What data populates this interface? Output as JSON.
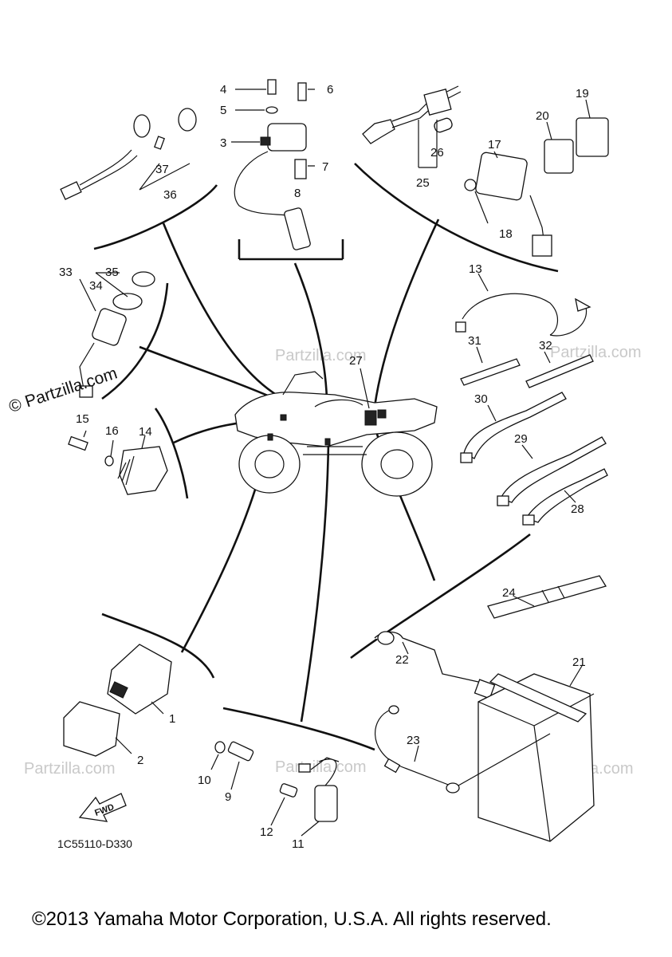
{
  "diagram": {
    "watermark": "© Partzilla.com",
    "watermark_short": "Partzilla.com",
    "drawing_code": "1C55110-D330",
    "fwd_label": "FWD",
    "copyright": "©2013 Yamaha Motor Corporation, U.S.A. All rights reserved.",
    "callouts": {
      "c1": "1",
      "c2": "2",
      "c3": "3",
      "c4": "4",
      "c5": "5",
      "c6": "6",
      "c7": "7",
      "c8": "8",
      "c9": "9",
      "c10": "10",
      "c11": "11",
      "c12": "12",
      "c13": "13",
      "c14": "14",
      "c15": "15",
      "c16": "16",
      "c17": "17",
      "c18": "18",
      "c19": "19",
      "c20": "20",
      "c21": "21",
      "c22": "22",
      "c23": "23",
      "c24": "24",
      "c25": "25",
      "c26": "26",
      "c27": "27",
      "c28": "28",
      "c29": "29",
      "c30": "30",
      "c31": "31",
      "c32": "32",
      "c33": "33",
      "c34": "34",
      "c35": "35",
      "c36": "36",
      "c37": "37"
    }
  }
}
